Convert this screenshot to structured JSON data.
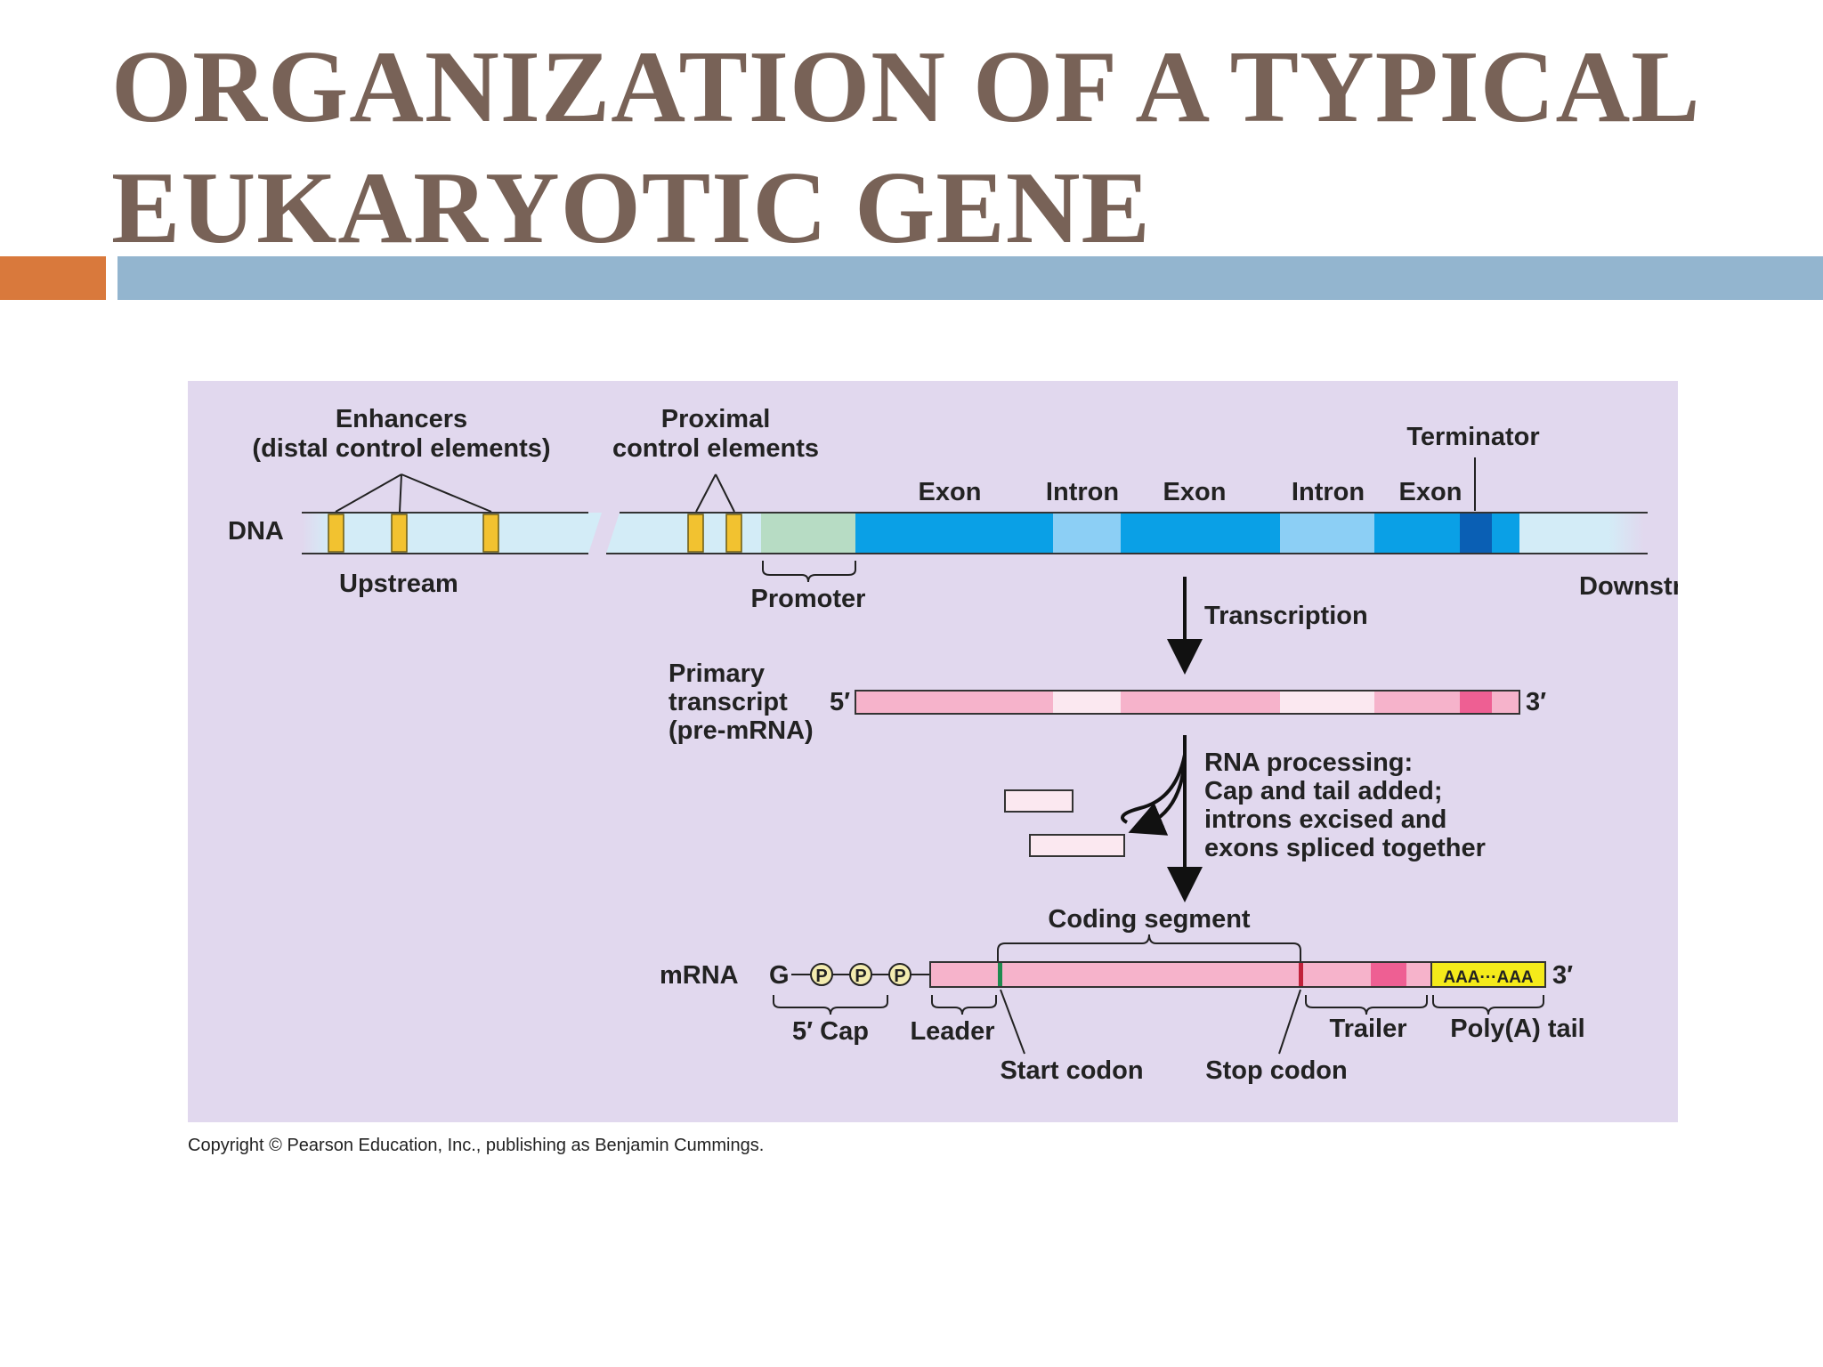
{
  "slide": {
    "title_line1": "ORGANIZATION OF A TYPICAL",
    "title_line2": "EUKARYOTIC GENE",
    "copyright": "Copyright © Pearson Education, Inc., publishing as Benjamin Cummings."
  },
  "colors": {
    "title": "#786257",
    "accent_orange": "#d9793c",
    "accent_blue": "#93b5cf",
    "figure_bg": "#e1d8ee",
    "exon_dna": "#0aa0e6",
    "intron_dna": "#8ccff5",
    "promoter": "#b7dcc4",
    "control_element": "#f2c230",
    "rna_exon": "#f6b3cb",
    "rna_intron": "#fbe8f0",
    "poly_a": "#f4ea1a"
  },
  "diagram": {
    "dna": {
      "label": "DNA",
      "enhancers_line1": "Enhancers",
      "enhancers_line2": "(distal control elements)",
      "proximal_line1": "Proximal",
      "proximal_line2": "control elements",
      "terminator": "Terminator",
      "upstream": "Upstream",
      "downstream": "Downstream",
      "promoter": "Promoter",
      "segment_labels": [
        "Exon",
        "Intron",
        "Exon",
        "Intron",
        "Exon"
      ]
    },
    "transcription": "Transcription",
    "primary_transcript": {
      "line1": "Primary",
      "line2": "transcript",
      "line3": "(pre-mRNA)",
      "five_prime": "5′",
      "three_prime": "3′"
    },
    "rna_processing": {
      "heading": "RNA processing:",
      "line1": "Cap and tail added;",
      "line2": "introns excised and",
      "line3": "exons spliced together"
    },
    "mrna": {
      "label": "mRNA",
      "cap_g": "G",
      "phosphate": "P",
      "coding_segment": "Coding segment",
      "poly_a_seq": "AAA···AAA",
      "three_prime": "3′",
      "five_prime_cap": "5′ Cap",
      "leader": "Leader",
      "trailer": "Trailer",
      "poly_a_tail": "Poly(A) tail",
      "start_codon": "Start codon",
      "stop_codon": "Stop codon"
    }
  }
}
